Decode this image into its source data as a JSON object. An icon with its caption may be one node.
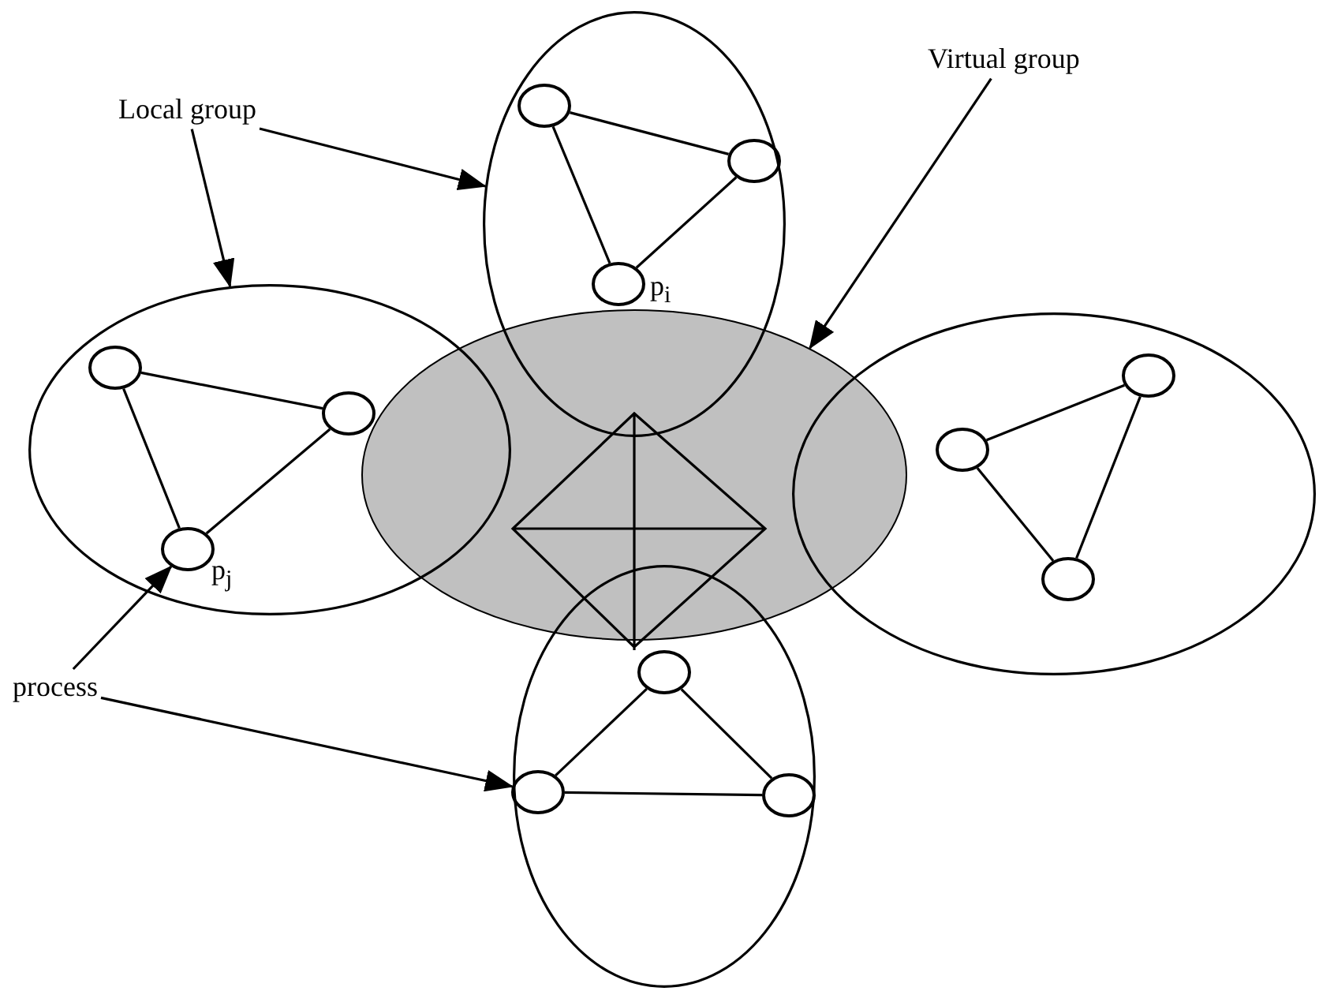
{
  "diagram": {
    "nodes": [
      {
        "text": [
          "Local group"
        ]
      },
      {
        "text": [],
        "shape": "ellipse"
      },
      {
        "text": [],
        "shape": "circle",
        "in": 1
      },
      {
        "text": [],
        "shape": "circle",
        "in": 1
      },
      {
        "text": [],
        "shape": "circle",
        "in": 1,
        "beside": [
          "p$_{i}$"
        ]
      },
      {
        "text": [
          "Virtual group"
        ]
      },
      {
        "text": [],
        "shape": "ellipse"
      },
      {
        "text": [],
        "shape": "circle",
        "in": 6
      },
      {
        "text": [],
        "shape": "circle",
        "in": 6
      },
      {
        "text": [],
        "shape": "circle",
        "in": 6,
        "beside": [
          "p$_{j}$"
        ]
      },
      {
        "text": [],
        "shape": "ellipse"
      },
      {
        "text": [],
        "shape": "ellipse"
      },
      {
        "text": [],
        "shape": "circle",
        "in": 11
      },
      {
        "text": [],
        "shape": "circle",
        "in": 11
      },
      {
        "text": [],
        "shape": "circle",
        "in": 11
      },
      {
        "text": [],
        "shape": "ellipse"
      },
      {
        "text": [],
        "shape": "circle",
        "in": 15
      },
      {
        "text": [],
        "shape": "circle",
        "in": 15
      },
      {
        "text": [],
        "shape": "circle",
        "in": 15
      },
      {
        "text": [
          "process"
        ]
      }
    ],
    "edges": [
      {
        "from": 0,
        "to": 1,
        "arrow": "to"
      },
      {
        "from": 0,
        "to": 6,
        "arrow": "to"
      },
      {
        "from": 5,
        "to": 10,
        "arrow": "to"
      },
      {
        "from": 19,
        "to": 9,
        "arrow": "to"
      },
      {
        "from": 19,
        "to": 17,
        "arrow": "to"
      },
      {
        "from": 2,
        "to": 3,
        "arrow": "none"
      },
      {
        "from": 2,
        "to": 4,
        "arrow": "none"
      },
      {
        "from": 3,
        "to": 4,
        "arrow": "none"
      },
      {
        "from": 7,
        "to": 8,
        "arrow": "none"
      },
      {
        "from": 7,
        "to": 9,
        "arrow": "none"
      },
      {
        "from": 8,
        "to": 9,
        "arrow": "none"
      },
      {
        "from": 12,
        "to": 13,
        "arrow": "none"
      },
      {
        "from": 13,
        "to": 14,
        "arrow": "none"
      },
      {
        "from": 12,
        "to": 14,
        "arrow": "none"
      },
      {
        "from": 16,
        "to": 17,
        "arrow": "none"
      },
      {
        "from": 16,
        "to": 18,
        "arrow": "none"
      },
      {
        "from": 17,
        "to": 18,
        "arrow": "none"
      }
    ]
  }
}
